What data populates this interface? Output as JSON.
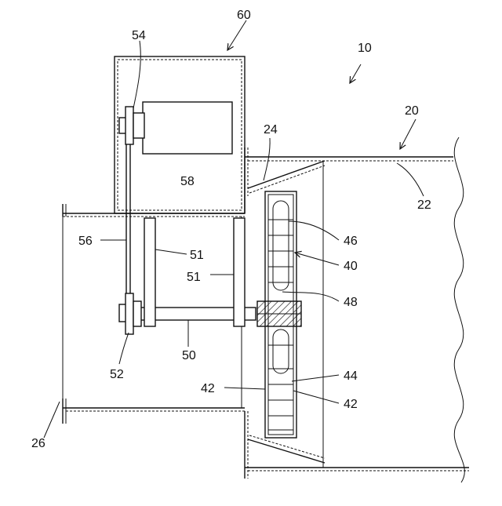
{
  "labels": {
    "l10": "10",
    "l20": "20",
    "l22": "22",
    "l24": "24",
    "l26": "26",
    "l40": "40",
    "l42a": "42",
    "l42b": "42",
    "l44": "44",
    "l46": "46",
    "l48": "48",
    "l50": "50",
    "l51a": "51",
    "l51b": "51",
    "l52": "52",
    "l54": "54",
    "l56": "56",
    "l58": "58",
    "l60": "60"
  },
  "colors": {
    "line": "#111111",
    "background": "#ffffff"
  }
}
